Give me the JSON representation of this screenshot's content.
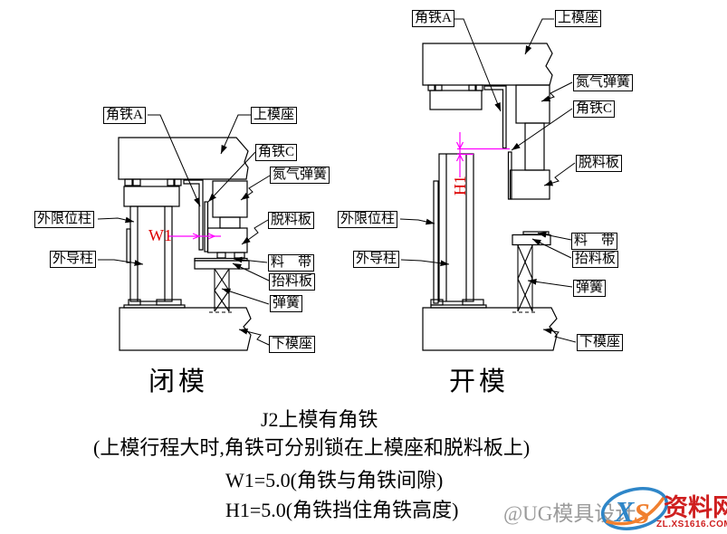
{
  "left_diagram": {
    "caption": "闭模",
    "dim_label": "W1",
    "labels": {
      "jiaotie_a": "角铁A",
      "shangmozuo": "上模座",
      "jiaotie_c": "角铁C",
      "danqi_tanhuang": "氮气弹簧",
      "wai_xianweizhu": "外限位柱",
      "tuoliaoban": "脱料板",
      "waidaozhu": "外导柱",
      "liaodai": "料　带",
      "tailiaoban": "抬料板",
      "tanhuang": "弹簧",
      "xiamozuo": "下模座"
    }
  },
  "right_diagram": {
    "caption": "开模",
    "dim_label": "H1",
    "labels": {
      "jiaotie_a": "角铁A",
      "shangmozuo": "上模座",
      "danqi_tanhuang": "氮气弹簧",
      "jiaotie_c": "角铁C",
      "tuoliaoban": "脱料板",
      "wai_xianweizhu": "外限位柱",
      "waidaozhu": "外导柱",
      "liaodai": "料　带",
      "tailiaoban": "抬料板",
      "tanhuang": "弹簧",
      "xiamozuo": "下模座"
    }
  },
  "notes": {
    "line1": "J2上模有角铁",
    "line2": "(上模行程大时,角铁可分别锁在上模座和脱料板上)",
    "line3": "W1=5.0(角铁与角铁间隙)",
    "line4": "H1=5.0(角铁挡住角铁高度)"
  },
  "watermark": {
    "handle": "@UG模具设计",
    "logo_letter_x": "X",
    "logo_letter_s": "S",
    "logo_name": "资料网",
    "logo_domain": "ZL.XS1616.COM"
  },
  "colors": {
    "line": "#000000",
    "dimension_line": "#ff00ff",
    "dimension_text": "#dd0000",
    "watermark_grey": "#9b9b9b",
    "logo_red": "#cf1f1f",
    "logo_blue": "#2e86c8",
    "logo_orange": "#f08030"
  }
}
